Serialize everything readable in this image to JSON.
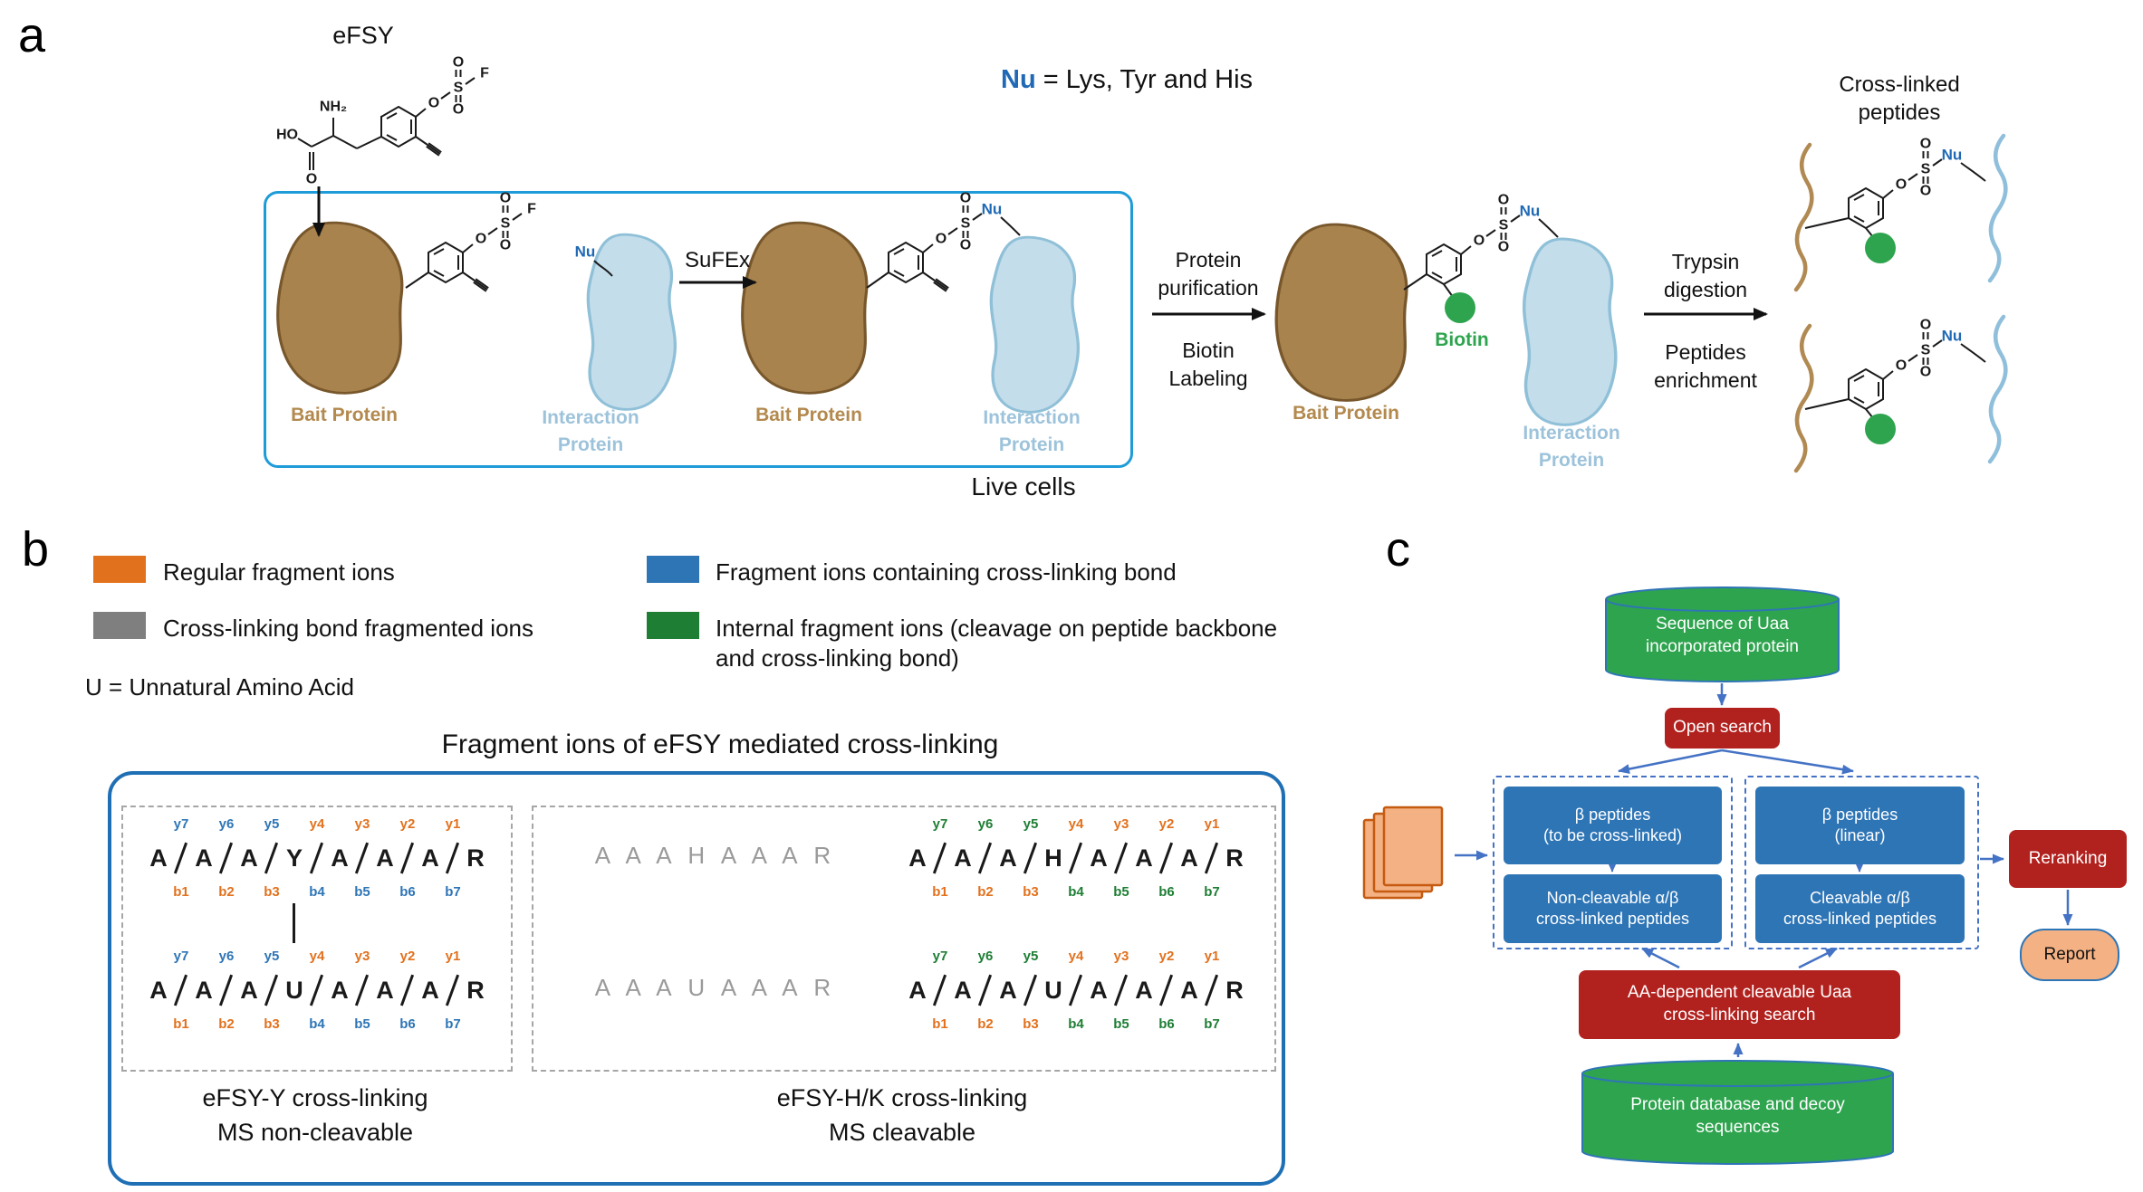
{
  "colors": {
    "accent_blue": "#2E75B6",
    "ion_orange": "#E2711D",
    "ion_gray": "#7F7F7F",
    "ion_green": "#1E7E34",
    "flow_red": "#B1221F",
    "flow_green": "#2EA44E",
    "peach": "#F4B183",
    "bait_brown": "#A8834E",
    "interaction_blue": "#C3DDEB",
    "live_cells_blue": "#1E9CD8",
    "nu_blue": "#2069B5"
  },
  "panel_a": {
    "label": "a",
    "efsy": "eFSY",
    "nu_term": "Nu",
    "nu_rest": " = Lys, Tyr and His",
    "chem": {
      "HO": "HO",
      "O": "O",
      "S": "S",
      "F": "F",
      "Nu": "Nu",
      "NH2": "NH₂"
    },
    "sufex": "SuFEx",
    "bait": "Bait Protein",
    "interaction1": "Interaction",
    "interaction2": "Protein",
    "live_cells": "Live cells",
    "biotin": "Biotin",
    "step1_1": "Protein",
    "step1_2": "purification",
    "step1b_1": "Biotin",
    "step1b_2": "Labeling",
    "step2_1": "Trypsin",
    "step2_2": "digestion",
    "step2b_1": "Peptides",
    "step2b_2": "enrichment",
    "xl_1": "Cross-linked",
    "xl_2": "peptides"
  },
  "panel_b": {
    "label": "b",
    "legend": [
      {
        "text": "Regular fragment ions",
        "color": "#E2711D"
      },
      {
        "text": "Cross-linking bond fragmented ions",
        "color": "#7F7F7F"
      },
      {
        "text": "Fragment ions containing cross-linking bond",
        "color": "#2E75B6"
      },
      {
        "text": "Internal fragment ions (cleavage on peptide backbone and cross-linking bond)",
        "color": "#1E7E34"
      }
    ],
    "u_note": "U = Unnatural Amino Acid",
    "title": "Fragment ions of eFSY mediated cross-linking",
    "gray_top": "A A A H A A A R",
    "gray_bottom": "A A A U A A A R",
    "captions": {
      "left1": "eFSY-Y cross-linking",
      "left2": "MS non-cleavable",
      "right1": "eFSY-H/K cross-linking",
      "right2": "MS cleavable"
    },
    "diagrams": {
      "d1": {
        "residues": [
          "A",
          "A",
          "A",
          "Y",
          "A",
          "A",
          "A",
          "R"
        ],
        "sites": [
          {
            "y": "y7",
            "yc": "blue",
            "b": "b1",
            "bc": "orange"
          },
          {
            "y": "y6",
            "yc": "blue",
            "b": "b2",
            "bc": "orange"
          },
          {
            "y": "y5",
            "yc": "blue",
            "b": "b3",
            "bc": "orange"
          },
          {
            "y": "y4",
            "yc": "orange",
            "b": "b4",
            "bc": "blue"
          },
          {
            "y": "y3",
            "yc": "orange",
            "b": "b5",
            "bc": "blue"
          },
          {
            "y": "y2",
            "yc": "orange",
            "b": "b6",
            "bc": "blue"
          },
          {
            "y": "y1",
            "yc": "orange",
            "b": "b7",
            "bc": "blue"
          }
        ]
      },
      "d2": {
        "residues": [
          "A",
          "A",
          "A",
          "U",
          "A",
          "A",
          "A",
          "R"
        ],
        "sites": [
          {
            "y": "y7",
            "yc": "blue",
            "b": "b1",
            "bc": "orange"
          },
          {
            "y": "y6",
            "yc": "blue",
            "b": "b2",
            "bc": "orange"
          },
          {
            "y": "y5",
            "yc": "blue",
            "b": "b3",
            "bc": "orange"
          },
          {
            "y": "y4",
            "yc": "orange",
            "b": "b4",
            "bc": "blue"
          },
          {
            "y": "y3",
            "yc": "orange",
            "b": "b5",
            "bc": "blue"
          },
          {
            "y": "y2",
            "yc": "orange",
            "b": "b6",
            "bc": "blue"
          },
          {
            "y": "y1",
            "yc": "orange",
            "b": "b7",
            "bc": "blue"
          }
        ]
      },
      "d3": {
        "residues": [
          "A",
          "A",
          "A",
          "H",
          "A",
          "A",
          "A",
          "R"
        ],
        "sites": [
          {
            "y": "y7",
            "yc": "green",
            "b": "b1",
            "bc": "orange"
          },
          {
            "y": "y6",
            "yc": "green",
            "b": "b2",
            "bc": "orange"
          },
          {
            "y": "y5",
            "yc": "green",
            "b": "b3",
            "bc": "orange"
          },
          {
            "y": "y4",
            "yc": "orange",
            "b": "b4",
            "bc": "green"
          },
          {
            "y": "y3",
            "yc": "orange",
            "b": "b5",
            "bc": "green"
          },
          {
            "y": "y2",
            "yc": "orange",
            "b": "b6",
            "bc": "green"
          },
          {
            "y": "y1",
            "yc": "orange",
            "b": "b7",
            "bc": "green"
          }
        ]
      },
      "d4": {
        "residues": [
          "A",
          "A",
          "A",
          "U",
          "A",
          "A",
          "A",
          "R"
        ],
        "sites": [
          {
            "y": "y7",
            "yc": "green",
            "b": "b1",
            "bc": "orange"
          },
          {
            "y": "y6",
            "yc": "green",
            "b": "b2",
            "bc": "orange"
          },
          {
            "y": "y5",
            "yc": "green",
            "b": "b3",
            "bc": "orange"
          },
          {
            "y": "y4",
            "yc": "orange",
            "b": "b4",
            "bc": "green"
          },
          {
            "y": "y3",
            "yc": "orange",
            "b": "b5",
            "bc": "green"
          },
          {
            "y": "y2",
            "yc": "orange",
            "b": "b6",
            "bc": "green"
          },
          {
            "y": "y1",
            "yc": "orange",
            "b": "b7",
            "bc": "green"
          }
        ]
      }
    }
  },
  "panel_c": {
    "label": "c",
    "db_top_1": "Sequence of Uaa",
    "db_top_2": "incorporated protein",
    "open_search": "Open search",
    "beta_xl_1": "β peptides",
    "beta_xl_2": "(to be cross-linked)",
    "beta_linear_1": "β peptides",
    "beta_linear_2": "(linear)",
    "noncleavable_1": "Non-cleavable α/β",
    "noncleavable_2": "cross-linked peptides",
    "cleavable_1": "Cleavable α/β",
    "cleavable_2": "cross-linked peptides",
    "aa_1": "AA-dependent cleavable Uaa",
    "aa_2": "cross-linking search",
    "db_bottom_1": "Protein database and decoy",
    "db_bottom_2": "sequences",
    "reranking": "Reranking",
    "report": "Report"
  }
}
